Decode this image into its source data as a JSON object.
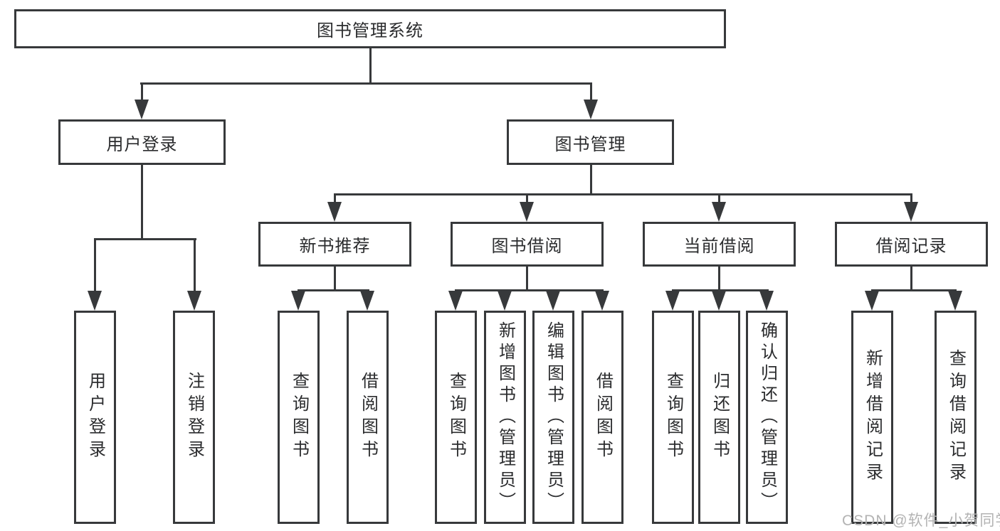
{
  "diagram": {
    "type": "functional-structure-tree",
    "colors": {
      "line": "#37393b",
      "text": "#2b2c2e",
      "watermark": "#b3b3b3"
    },
    "watermark": "CSDN @软件_小贺同学",
    "nodes": {
      "root": "图书管理系统",
      "user_login": "用户登录",
      "book_mgmt": "图书管理",
      "new_book_rec": "新书推荐",
      "book_borrow": "图书借阅",
      "current_borrow": "当前借阅",
      "borrow_records": "借阅记录",
      "leaf_user_login": "用户登录",
      "leaf_logout": "注销登录",
      "rec_search_books": "查询图书",
      "rec_borrow_books": "借阅图书",
      "bb_search_books": "查询图书",
      "bb_add_books": "新增图书（管理员）",
      "bb_edit_books": "编辑图书（管理员）",
      "bb_borrow_books": "借阅图书",
      "cb_search_books": "查询图书",
      "cb_return_books": "归还图书",
      "cb_confirm_return": "确认归还（管理员）",
      "br_add_record": "新增借阅记录",
      "br_search_record": "查询借阅记录"
    },
    "hierarchy": {
      "root": [
        "user_login",
        "book_mgmt"
      ],
      "user_login": [
        "leaf_user_login",
        "leaf_logout"
      ],
      "book_mgmt": [
        "new_book_rec",
        "book_borrow",
        "current_borrow",
        "borrow_records"
      ],
      "new_book_rec": [
        "rec_search_books",
        "rec_borrow_books"
      ],
      "book_borrow": [
        "bb_search_books",
        "bb_add_books",
        "bb_edit_books",
        "bb_borrow_books"
      ],
      "current_borrow": [
        "cb_search_books",
        "cb_return_books",
        "cb_confirm_return"
      ],
      "borrow_records": [
        "br_add_record",
        "br_search_record"
      ]
    }
  }
}
